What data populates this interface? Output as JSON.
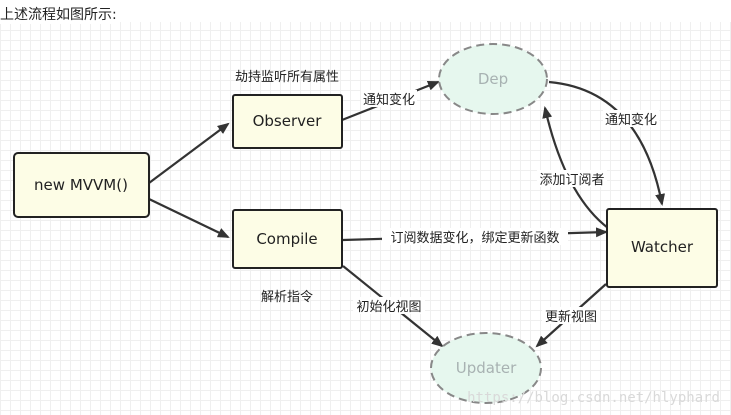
{
  "intro_text": "上述流程如图所示:",
  "nodes": {
    "new_mvvm": "new MVVM()",
    "observer": "Observer",
    "compile": "Compile",
    "dep": "Dep",
    "watcher": "Watcher",
    "updater": "Updater"
  },
  "labels": {
    "observer_caption": "劫持监听所有属性",
    "compile_caption": "解析指令",
    "observer_to_dep": "通知变化",
    "dep_to_watcher": "通知变化",
    "watcher_to_dep": "添加订阅者",
    "compile_to_watcher": "订阅数据变化，绑定更新函数",
    "compile_to_updater": "初始化视图",
    "watcher_to_updater": "更新视图"
  },
  "watermark": "https://blog.csdn.net/hlyphard",
  "colors": {
    "box_fill": "#fdfde6",
    "box_stroke": "#222222",
    "ellipse_fill": "#e6f7ee",
    "ellipse_stroke": "#888888",
    "arrow": "#333333"
  }
}
